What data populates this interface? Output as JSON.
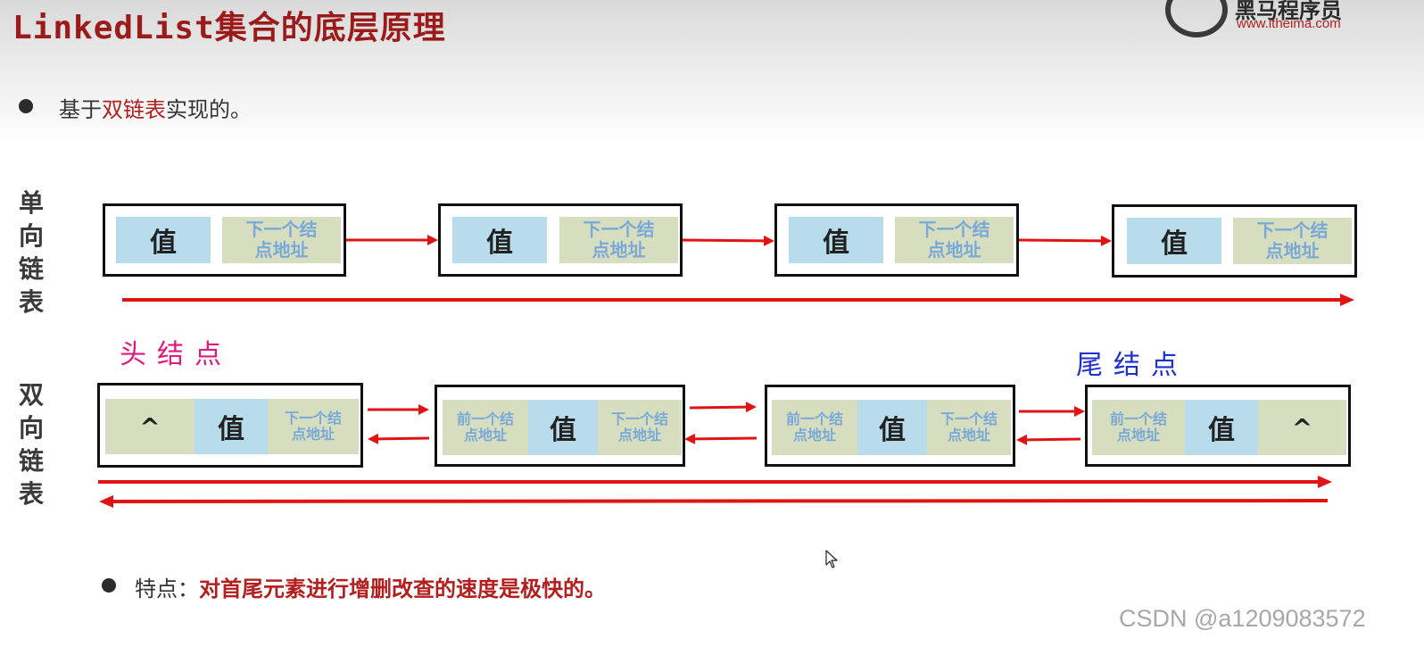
{
  "title": "LinkedList集合的底层原理",
  "logo": {
    "name": "黑马程序员",
    "url": "www.itheima.com"
  },
  "bullet1": {
    "prefix": "基于",
    "highlight": "双链表",
    "suffix": "实现的。"
  },
  "single_list": {
    "label": "单向链表",
    "value_label": "值",
    "next_label_line1": "下一个结",
    "next_label_line2": "点地址"
  },
  "double_list": {
    "label": "双向链表",
    "value_label": "值",
    "null_symbol": "^",
    "prev_label_line1": "前一个结",
    "prev_label_line2": "点地址",
    "next_label_line1": "下一个结",
    "next_label_line2": "点地址"
  },
  "annotations": {
    "head_node": "头结点",
    "tail_node": "尾结点"
  },
  "bullet2": {
    "prefix": "特点：",
    "highlight": "对首尾元素进行增删改查的速度是极快的。"
  },
  "watermark": "CSDN @a1209083572",
  "colors": {
    "title": "#9b1b1b",
    "arrow": "#e01414",
    "value_cell": "#b9dcec",
    "address_cell": "#d7ddbf",
    "address_text": "#79a9d8",
    "head_annotation": "#e0197d",
    "tail_annotation": "#1f2fd0"
  }
}
